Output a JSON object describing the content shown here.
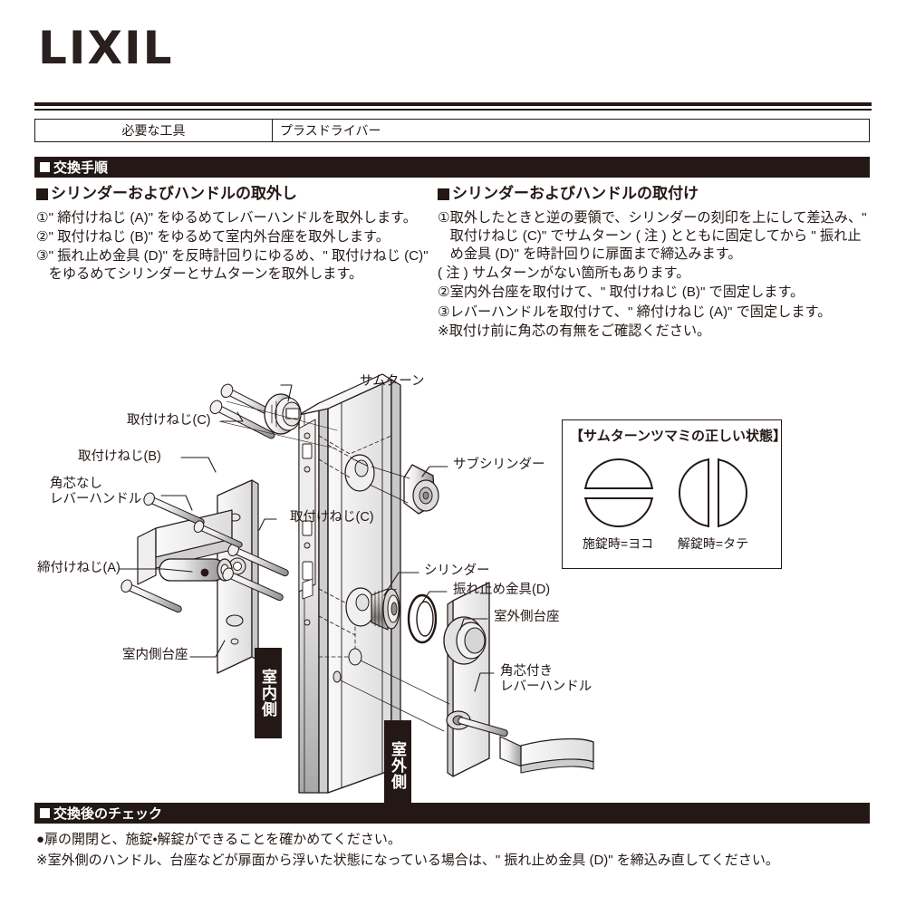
{
  "brand": {
    "logo": "LIXIL"
  },
  "tool_row": {
    "label": "必要な工具",
    "value": "プラスドライバー"
  },
  "section_bars": {
    "procedure": "交換手順",
    "check": "交換後のチェック"
  },
  "removal": {
    "heading": "シリンダーおよびハンドルの取外し",
    "steps": [
      {
        "num": "①",
        "text": "\" 締付けねじ (A)\" をゆるめてレバーハンドルを取外します。"
      },
      {
        "num": "②",
        "text": "\" 取付けねじ (B)\" をゆるめて室内外台座を取外します。"
      },
      {
        "num": "③",
        "text": "\" 振れ止め金具 (D)\" を反時計回りにゆるめ、\" 取付けねじ (C)\" をゆるめてシリンダーとサムターンを取外します。"
      }
    ]
  },
  "installation": {
    "heading": "シリンダーおよびハンドルの取付け",
    "steps": [
      {
        "num": "①",
        "text": "取外したときと逆の要領で、シリンダーの刻印を上にして差込み、\" 取付けねじ (C)\" でサムターン ( 注 ) とともに固定してから \" 振れ止め金具 (D)\" を時計回りに扉面まで締込みます。"
      }
    ],
    "note_chu": "( 注 ) サムターンがない箇所もあります。",
    "steps2": [
      {
        "num": "②",
        "text": "室内外台座を取付けて、\" 取付けねじ (B)\" で固定します。"
      },
      {
        "num": "③",
        "text": "レバーハンドルを取付けて、\" 締付けねじ (A)\" で固定します。"
      }
    ],
    "note_kome": "※取付け前に角芯の有無をご確認ください。"
  },
  "infobox": {
    "title": "【サムターンツマミの正しい状態】",
    "locked_caption": "施錠時=ヨコ",
    "unlocked_caption": "解錠時=タテ"
  },
  "diagram_labels": {
    "thumbturn": "サムターン",
    "screw_c_top": "取付けねじ(C)",
    "screw_b": "取付けねじ(B)",
    "lever_no_spindle_l1": "角芯なし",
    "lever_no_spindle_l2": "レバーハンドル",
    "screw_a": "締付けねじ(A)",
    "screw_c_mid": "取付けねじ(C)",
    "sub_cylinder": "サブシリンダー",
    "cylinder": "シリンダー",
    "anti_rattle_d": "振れ止め金具(D)",
    "inside_rose": "室内側台座",
    "outside_rose": "室外側台座",
    "lever_with_spindle_l1": "角芯付き",
    "lever_with_spindle_l2": "レバーハンドル",
    "badge_inside": "室内側",
    "badge_outside": "室外側"
  },
  "footer": {
    "line1": "●扉の開閉と、施錠・解錠ができることを確かめてください。",
    "line2": "※室外側のハンドル、台座などが扉面から浮いた状態になっている場合は、\" 振れ止め金具 (D)\" を締込み直してください。"
  },
  "colors": {
    "ink": "#231815",
    "logo": "#2b2020",
    "metal_light": "#f2f2f2",
    "metal_mid": "#d9d9d9",
    "metal_dark": "#9a9a9a"
  }
}
